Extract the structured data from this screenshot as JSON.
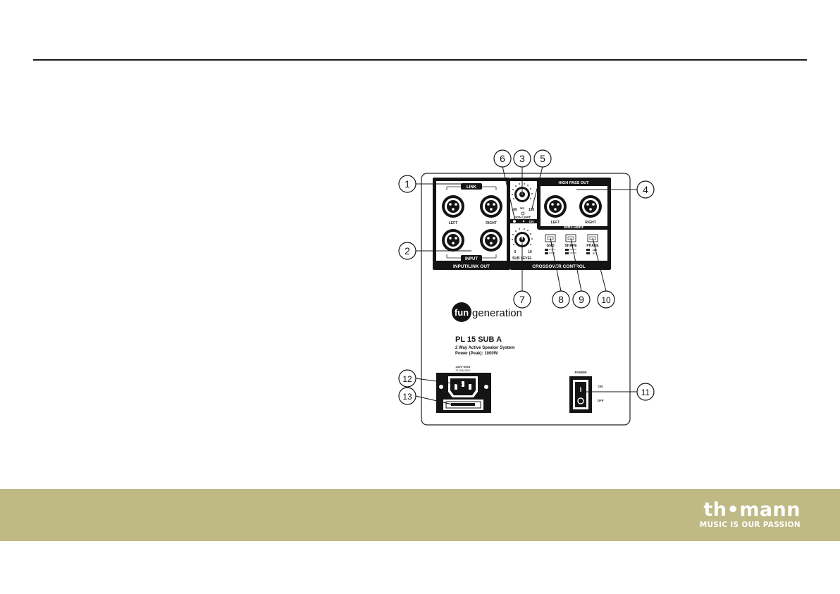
{
  "panel": {
    "link_label": "LINK",
    "input_label": "INPUT",
    "left_label": "LEFT",
    "right_label": "RIGHT",
    "section_input": "INPUT/LINK OUT",
    "section_crossover": "CROSSOVER CONTROL",
    "high_pass_title": "HIGH PASS OUT",
    "high_pass_range": "80Hz-18kHz",
    "freq_unit": "Hz",
    "freq_min": "60",
    "freq_max": "150",
    "signal_limit": "SIGN LIMIT",
    "led_on": "ON",
    "sub_level": "SUB LEVEL",
    "level_min": "0",
    "level_max": "10",
    "gnd_label": "GND",
    "shape_label": "SHAPE",
    "phase_label": "PHASE",
    "phase_180": "180",
    "phase_0": "0°",
    "brand_left": "fun",
    "brand_right": "generation",
    "model": "PL 15 SUB A",
    "desc_line1": "2 Way Active Speaker System",
    "desc_line2": "Power (Peak): 1000W",
    "mains_line1": "230V~50Hz",
    "mains_line2": "T3.15AL250V",
    "power_label": "POWER",
    "switch_on": "ON",
    "switch_off": "OFF",
    "switch_mark": "I"
  },
  "callouts": [
    "1",
    "2",
    "3",
    "4",
    "5",
    "6",
    "7",
    "8",
    "9",
    "10",
    "11",
    "12",
    "13"
  ],
  "footer": {
    "logo_text": "th•mann",
    "tagline": "MUSIC IS OUR PASSION"
  }
}
